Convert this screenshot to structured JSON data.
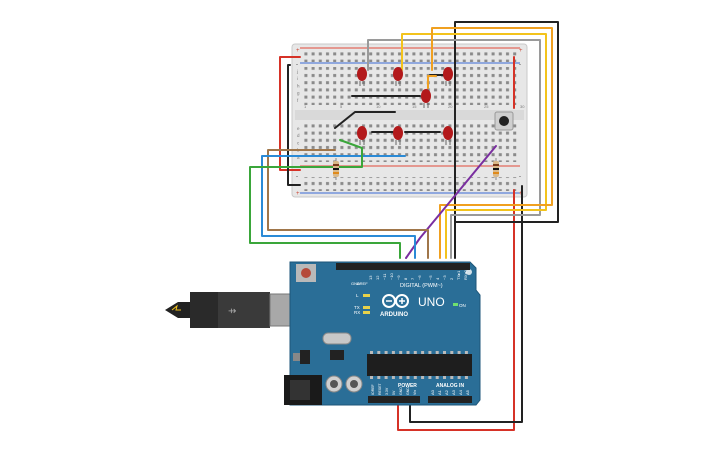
{
  "board": {
    "digital_label": "DIGITAL (PWM~)",
    "brand": "ARDUINO",
    "model": "UNO",
    "on_label": "ON",
    "power_label": "POWER",
    "analog_label": "ANALOG IN",
    "led_l": "L",
    "led_tx": "TX",
    "led_rx": "RX",
    "aref_label": "AREF",
    "gnd_label": "GND",
    "digital_pins": [
      "13",
      "12",
      "~11",
      "~10",
      "~9",
      "8",
      "7",
      "~6",
      "~5",
      "4",
      "~3",
      "2",
      "TX▸1",
      "RX◂0"
    ],
    "power_pins": [
      "IOREF",
      "RESET",
      "3.3V",
      "5V",
      "GND",
      "GND",
      "Vin"
    ],
    "analog_pins": [
      "A0",
      "A1",
      "A2",
      "A3",
      "A4",
      "A5"
    ]
  },
  "breadboard": {
    "rail_plus": "+",
    "rail_minus": "-",
    "row_letters_top": [
      "j",
      "i",
      "h",
      "g",
      "f"
    ],
    "row_letters_bottom": [
      "e",
      "d",
      "c",
      "b",
      "a"
    ],
    "column_numbers": [
      "1",
      "5",
      "10",
      "15",
      "20",
      "25",
      "30"
    ]
  },
  "colors": {
    "board_blue": "#2a6e97",
    "breadboard": "#e7e7e7",
    "led_red": "#b3191b",
    "wire_red": "#d63227",
    "wire_black": "#222222",
    "wire_orange": "#f0a020",
    "wire_yellow": "#f3c31c",
    "wire_gray": "#9a9a9a",
    "wire_purple": "#7a2ea0",
    "wire_green": "#3aa63a",
    "wire_blue": "#2a8ad6",
    "wire_brown": "#a0764a"
  }
}
